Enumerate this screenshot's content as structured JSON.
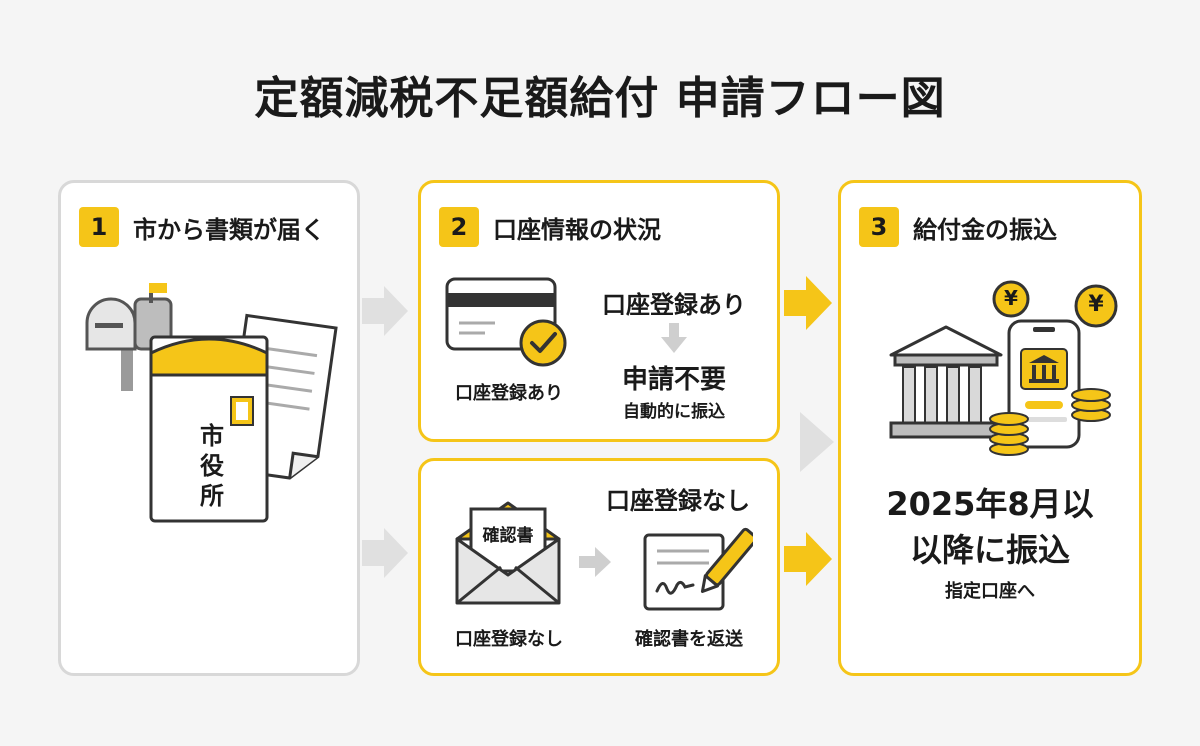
{
  "title": "定額減税不足額給付 申請フロー図",
  "colors": {
    "accent": "#f5c518",
    "gray_border": "#d8d8d8",
    "arrow_gray": "#e0e0e0"
  },
  "step1": {
    "number": "1",
    "title": "市から書類が届く",
    "envelope_label": [
      "市",
      "役",
      "所"
    ],
    "icons": [
      "mailbox-icon",
      "envelope-icon",
      "document-icon"
    ]
  },
  "step2": {
    "number": "2",
    "title": "口座情報の状況",
    "registered": {
      "heading": "口座登録あり",
      "icon_caption": "口座登録あり",
      "result_main": "申請不要",
      "result_sub": "自動的に振込"
    },
    "unregistered": {
      "heading": "口座登録なし",
      "letter_label": "確認書",
      "icon_caption": "口座登録なし",
      "action_caption": "確認書を返送"
    }
  },
  "step3": {
    "number": "3",
    "title": "給付金の振込",
    "date_line1": "2025年8月以",
    "date_line2": "以降に振込",
    "sub": "指定口座へ",
    "coin_symbol": "¥"
  }
}
